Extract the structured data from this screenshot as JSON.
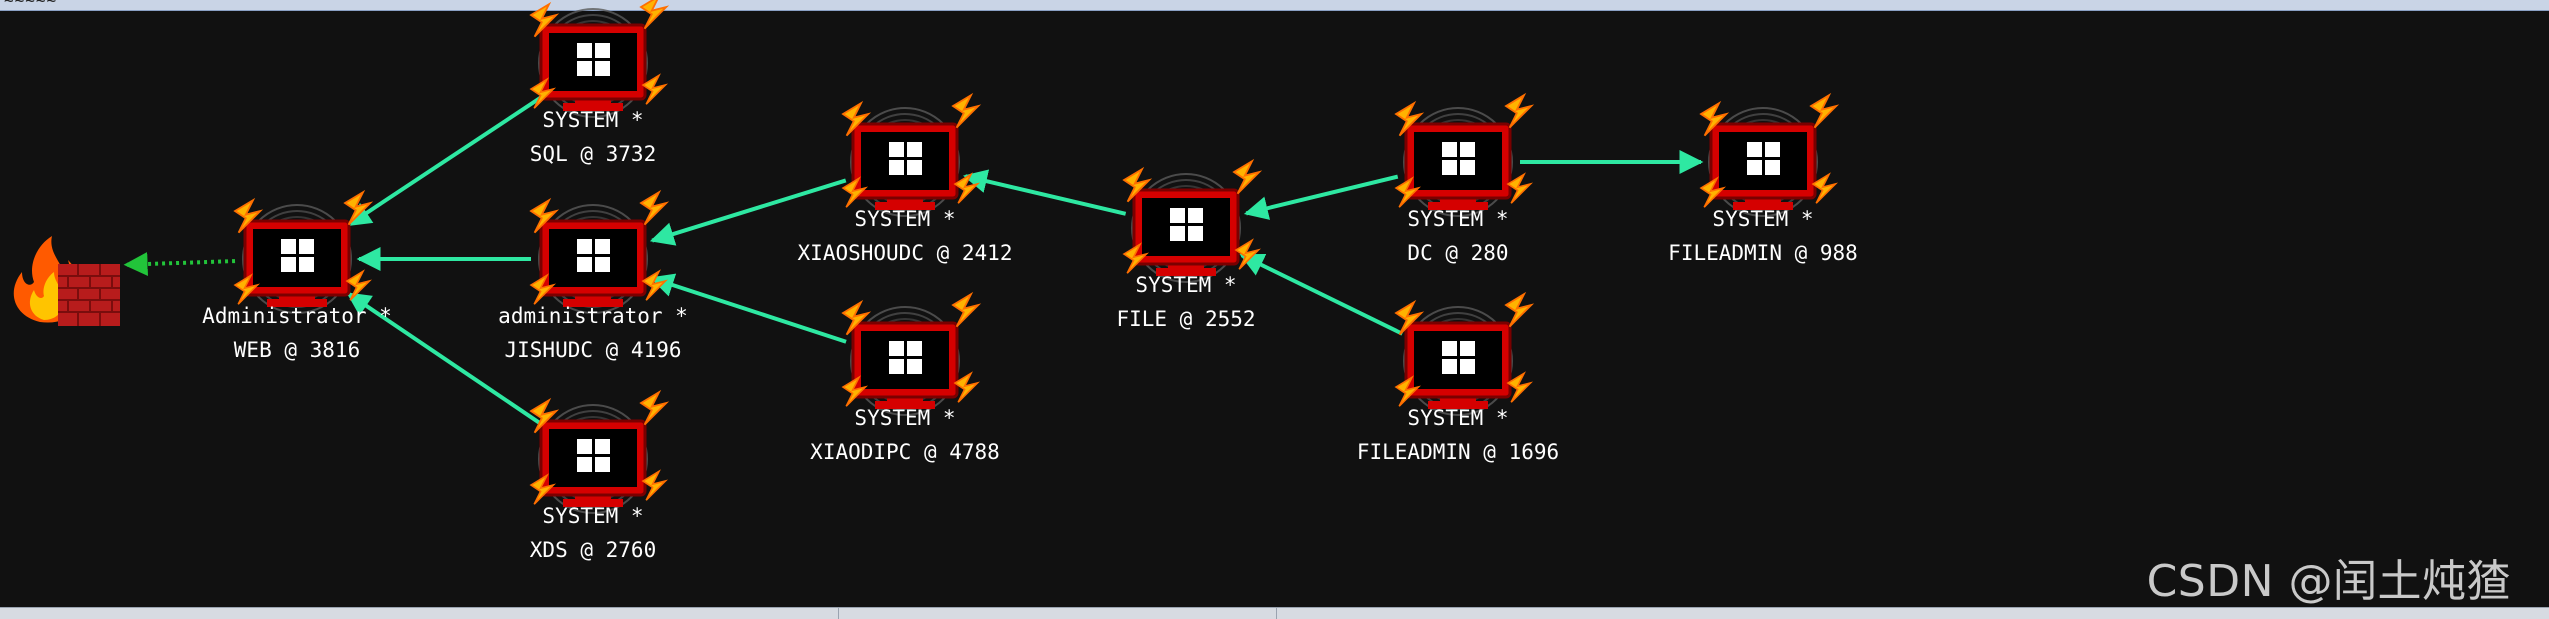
{
  "topbar": {
    "text": "~~~~~"
  },
  "colors": {
    "background": "#111111",
    "edge": "#2ee8a2",
    "pivot_edge": "#22c43a",
    "monitor_frame": "#d50000",
    "monitor_screen": "#000000",
    "lightning": "#ffb300"
  },
  "icons": {
    "host": "windows-monitor-icon",
    "firewall": "firewall-icon"
  },
  "nodes": [
    {
      "id": "web",
      "user": "Administrator *",
      "host": "WEB @ 3816"
    },
    {
      "id": "sql",
      "user": "SYSTEM *",
      "host": "SQL @ 3732"
    },
    {
      "id": "jishudc",
      "user": "administrator *",
      "host": "JISHUDC @ 4196"
    },
    {
      "id": "xds",
      "user": "SYSTEM *",
      "host": "XDS @ 2760"
    },
    {
      "id": "xiaoshoudc",
      "user": "SYSTEM *",
      "host": "XIAOSHOUDC @ 2412"
    },
    {
      "id": "xiaodipc",
      "user": "SYSTEM *",
      "host": "XIAODIPC @ 4788"
    },
    {
      "id": "file",
      "user": "SYSTEM *",
      "host": "FILE @ 2552"
    },
    {
      "id": "dc",
      "user": "SYSTEM *",
      "host": "DC @ 280"
    },
    {
      "id": "fileadmin1696",
      "user": "SYSTEM *",
      "host": "FILEADMIN @ 1696"
    },
    {
      "id": "fileadmin988",
      "user": "SYSTEM *",
      "host": "FILEADMIN @ 988"
    }
  ],
  "edges": [
    {
      "from": "sql",
      "to": "web"
    },
    {
      "from": "jishudc",
      "to": "web"
    },
    {
      "from": "xds",
      "to": "web"
    },
    {
      "from": "xiaoshoudc",
      "to": "jishudc"
    },
    {
      "from": "xiaodipc",
      "to": "jishudc"
    },
    {
      "from": "file",
      "to": "xiaoshoudc"
    },
    {
      "from": "dc",
      "to": "file"
    },
    {
      "from": "fileadmin1696",
      "to": "file"
    },
    {
      "from": "dc",
      "to": "fileadmin988"
    },
    {
      "from": "web",
      "to": "firewall",
      "style": "dotted"
    }
  ],
  "watermark": "CSDN @闰土炖猹"
}
